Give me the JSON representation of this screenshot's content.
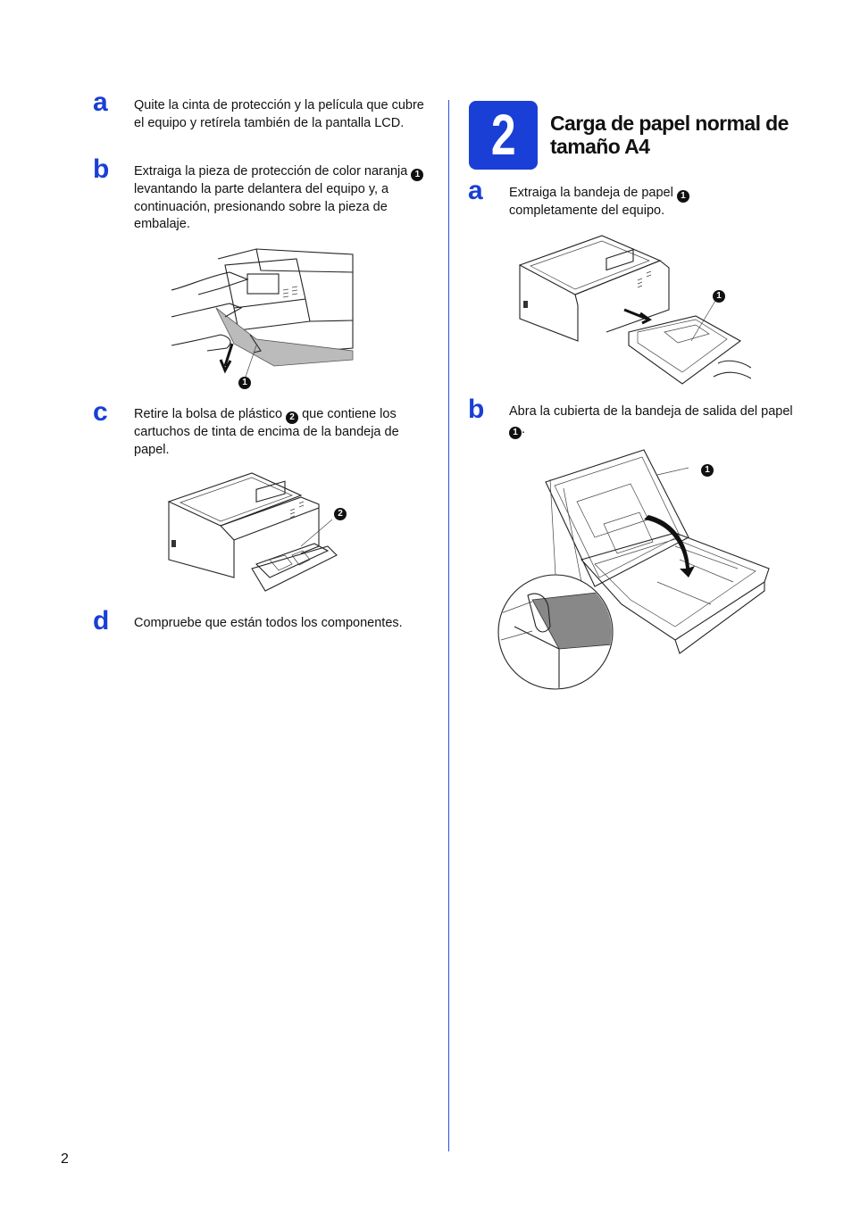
{
  "left_steps": [
    {
      "letter": "a",
      "text": "Quite la cinta de protección y la película que cubre el equipo y retírela también de la pantalla LCD."
    },
    {
      "letter": "b",
      "text_before": "Extraiga la pieza de protección de color naranja",
      "callout": "1",
      "text_after": "levantando la parte delantera del equipo y, a continuación, presionando sobre la pieza de embalaje.",
      "figure_callout": "1"
    },
    {
      "letter": "c",
      "text_before": "Retire la bolsa de plástico",
      "callout": "2",
      "text_after": "que contiene los cartuchos de tinta de encima de la bandeja de papel.",
      "figure_callout": "2"
    },
    {
      "letter": "d",
      "text": "Compruebe que están todos los componentes."
    }
  ],
  "section": {
    "number": "2",
    "title": "Carga de papel normal de tamaño A4"
  },
  "right_steps": [
    {
      "letter": "a",
      "text_before": "Extraiga la bandeja de papel",
      "callout": "1",
      "text_after": "completamente del equipo.",
      "figure_callout": "1"
    },
    {
      "letter": "b",
      "text_before": "Abra la cubierta de la bandeja de salida del papel",
      "callout": "1",
      "text_after": ".",
      "figure_callout": "1"
    }
  ],
  "page_number": "2",
  "colors": {
    "accent": "#1a3fd6",
    "text": "#111111"
  }
}
